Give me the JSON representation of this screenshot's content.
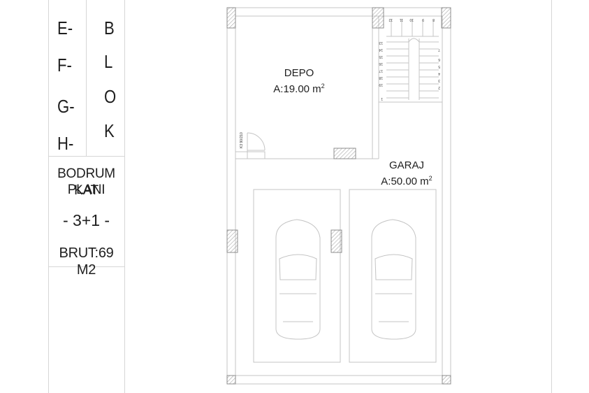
{
  "block_letters": {
    "col1": [
      "E-",
      "F-",
      "G-",
      "H-"
    ],
    "col2": [
      "B",
      "L",
      "O",
      "K"
    ]
  },
  "title": {
    "line1": "BODRUM KAT",
    "line2": "PLANI",
    "unit_type": "- 3+1 -",
    "area": "BRUT:69 M2"
  },
  "rooms": {
    "depo": {
      "name": "DEPO",
      "area_prefix": "A:19.00 m",
      "area_sup": "2"
    },
    "garaj": {
      "name": "GARAJ",
      "area_prefix": "A:50.00 m",
      "area_sup": "2"
    }
  },
  "door_label": "K3 90/210",
  "stair_numbers": [
    "8",
    "9",
    "10",
    "11",
    "12",
    "13",
    "14",
    "15",
    "16",
    "17",
    "18",
    "19",
    "1",
    "2",
    "3",
    "4",
    "5",
    "6",
    "7"
  ],
  "colors": {
    "line": "#bdbdbd",
    "text": "#1f1f1f",
    "hatch": "#9a9a9a"
  }
}
